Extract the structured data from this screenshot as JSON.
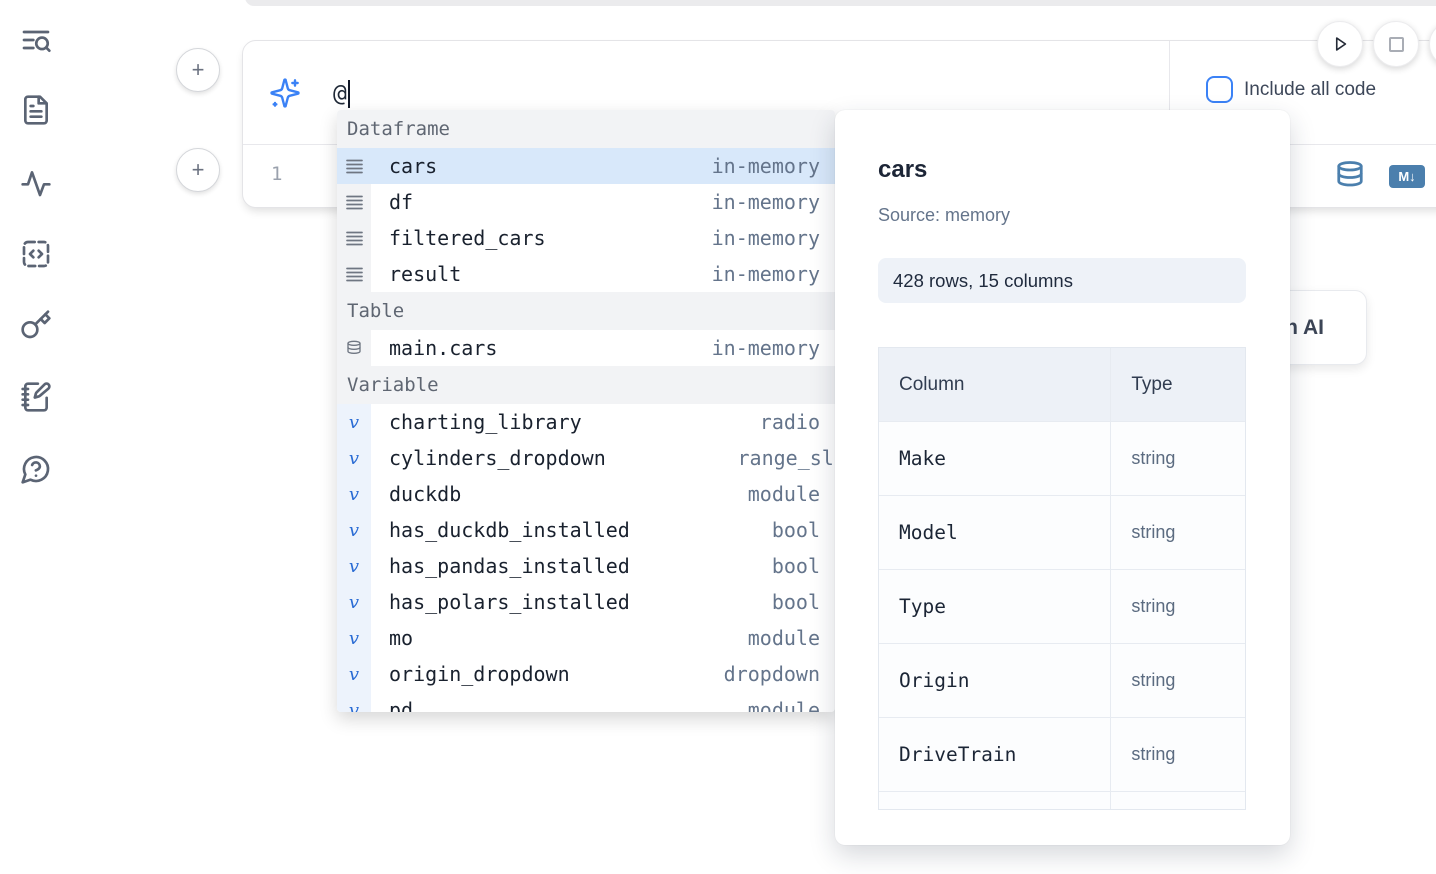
{
  "colors": {
    "accent_blue": "#3b82f6",
    "steel_blue": "#4b7fad",
    "selected_row_bg": "#d8e8fa",
    "section_header_bg": "#f2f3f5",
    "panel_badge_bg": "#eef2f8"
  },
  "sidebar": {
    "icons": [
      {
        "name": "text-search-icon"
      },
      {
        "name": "file-text-icon"
      },
      {
        "name": "activity-icon"
      },
      {
        "name": "code-snippets-icon"
      },
      {
        "name": "key-icon"
      },
      {
        "name": "notebook-edit-icon"
      },
      {
        "name": "help-icon"
      }
    ]
  },
  "toolbar": {
    "run_button_icon": "play",
    "stop_button_icon": "stop",
    "include_all_code": {
      "label": "Include all code",
      "checked": false
    }
  },
  "cell": {
    "ai_input_value": "@",
    "ai_icon": "sparkles",
    "line_number": "1",
    "toolbar_icons": [
      "database",
      "markdown"
    ],
    "markdown_badge": "M↓"
  },
  "autocomplete": {
    "sections": [
      {
        "label": "Dataframe",
        "items": [
          {
            "icon": "rows",
            "kind": "df",
            "name": "cars",
            "detail": "in-memory",
            "selected": true
          },
          {
            "icon": "rows",
            "kind": "df",
            "name": "df",
            "detail": "in-memory"
          },
          {
            "icon": "rows",
            "kind": "df",
            "name": "filtered_cars",
            "detail": "in-memory"
          },
          {
            "icon": "rows",
            "kind": "df",
            "name": "result",
            "detail": "in-memory"
          }
        ]
      },
      {
        "label": "Table",
        "items": [
          {
            "icon": "database",
            "kind": "tbl",
            "name": "main.cars",
            "detail": "in-memory"
          }
        ]
      },
      {
        "label": "Variable",
        "items": [
          {
            "icon": "v",
            "kind": "var",
            "name": "charting_library",
            "detail": "radio"
          },
          {
            "icon": "v",
            "kind": "var",
            "name": "cylinders_dropdown",
            "detail": "range_slider",
            "overflow": true
          },
          {
            "icon": "v",
            "kind": "var",
            "name": "duckdb",
            "detail": "module"
          },
          {
            "icon": "v",
            "kind": "var",
            "name": "has_duckdb_installed",
            "detail": "bool"
          },
          {
            "icon": "v",
            "kind": "var",
            "name": "has_pandas_installed",
            "detail": "bool"
          },
          {
            "icon": "v",
            "kind": "var",
            "name": "has_polars_installed",
            "detail": "bool"
          },
          {
            "icon": "v",
            "kind": "var",
            "name": "mo",
            "detail": "module"
          },
          {
            "icon": "v",
            "kind": "var",
            "name": "origin_dropdown",
            "detail": "dropdown"
          },
          {
            "icon": "v",
            "kind": "var",
            "name": "pd",
            "detail": "module"
          }
        ]
      }
    ]
  },
  "preview": {
    "title": "cars",
    "source": "Source: memory",
    "shape": "428 rows, 15 columns",
    "table": {
      "headers": [
        "Column",
        "Type"
      ],
      "rows": [
        {
          "column": "Make",
          "type": "string"
        },
        {
          "column": "Model",
          "type": "string"
        },
        {
          "column": "Type",
          "type": "string"
        },
        {
          "column": "Origin",
          "type": "string"
        },
        {
          "column": "DriveTrain",
          "type": "string"
        },
        {
          "column": "",
          "type": ""
        }
      ]
    }
  },
  "ai_card": {
    "label": "Generate with AI"
  }
}
